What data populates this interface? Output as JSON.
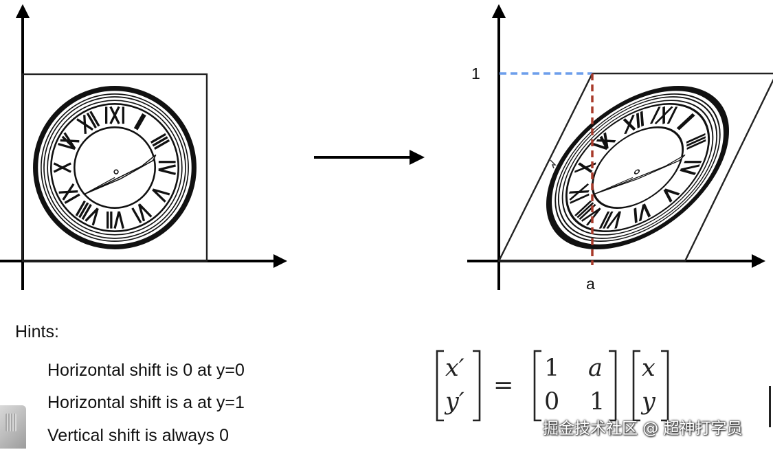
{
  "diagram": {
    "from_shape": "square",
    "to_shape": "sheared-parallelogram",
    "transform": "horizontal-shear",
    "left_panel": {
      "image": "clock-icon"
    },
    "right_panel": {
      "image": "clock-icon",
      "axis_labels": {
        "y_tick": "1",
        "x_tick": "a"
      },
      "guide_colors": {
        "horizontal_dashed": "#6d9eeb",
        "vertical_dashed": "#a83a2a"
      }
    },
    "arrow": "right-arrow-icon"
  },
  "hints": {
    "title": "Hints:",
    "items": [
      "Horizontal shift is 0 at y=0",
      "Horizontal shift is a at y=1",
      "Vertical shift is always 0"
    ]
  },
  "equation": {
    "lhs": [
      "x′",
      "y′"
    ],
    "equals": "=",
    "matrix": [
      [
        "1",
        "a"
      ],
      [
        "0",
        "1"
      ]
    ],
    "rhs": [
      "x",
      "y"
    ]
  },
  "watermark": "掘金技术社区 @ 超神打字员"
}
